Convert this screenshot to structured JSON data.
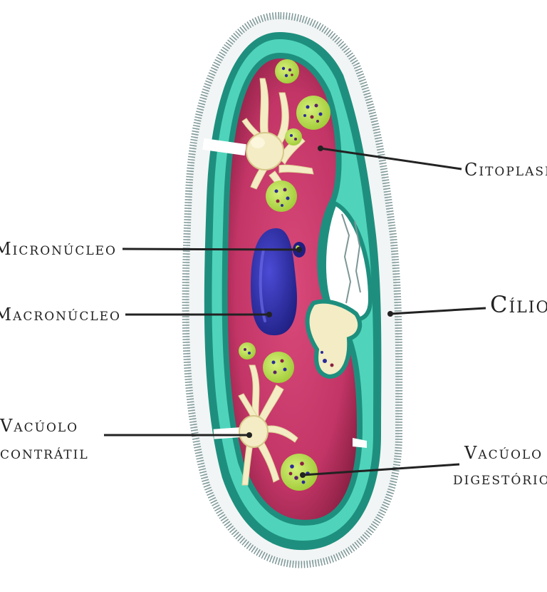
{
  "diagram": {
    "labels": {
      "citoplasma": "Citoplasma",
      "micronucleo": "Micronúcleo",
      "macronucleo": "Macronúcleo",
      "cilios": "Cílios",
      "vacuolo_contratil_line1": "Vacúolo",
      "vacuolo_contratil_line2": "contrátil",
      "vacuolo_digestorio_line1": "Vacúolo",
      "vacuolo_digestorio_line2": "digestório"
    },
    "colors": {
      "cilia": "#6f8a8a",
      "pellicle": "#1e8f7e",
      "pellicle_light": "#4fd4bb",
      "cytoplasm": "#c23566",
      "cytoplasm_dark": "#8a1f43",
      "macronucleus": "#2a2a9a",
      "food_vacuole": "#b8dc4a",
      "contractile": "#f4ecc4",
      "leader": "#222222"
    }
  }
}
